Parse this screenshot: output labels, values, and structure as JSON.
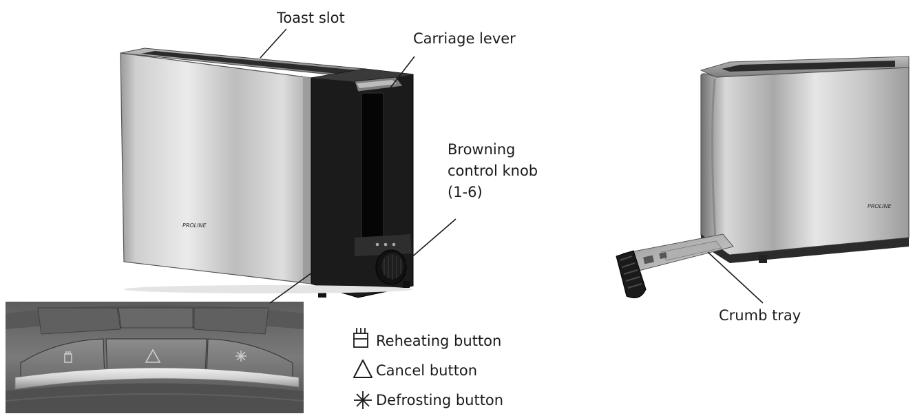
{
  "labels": {
    "toast_slot": "Toast slot",
    "carriage_lever": "Carriage lever",
    "browning_line1": "Browning",
    "browning_line2": "control knob",
    "browning_line3": "(1-6)",
    "crumb_tray": "Crumb tray"
  },
  "legend": [
    {
      "icon": "reheat-icon",
      "label": "Reheating button"
    },
    {
      "icon": "cancel-triangle-icon",
      "label": "Cancel button"
    },
    {
      "icon": "snowflake-icon",
      "label": "Defrosting button"
    }
  ],
  "brand": {
    "logo_text": "PROLINE"
  },
  "colors": {
    "steel_light": "#dcdcdc",
    "steel_dark": "#8a8a8a",
    "plastic_black": "#1b1b1b",
    "panel_grey": "#6e6e6e"
  }
}
